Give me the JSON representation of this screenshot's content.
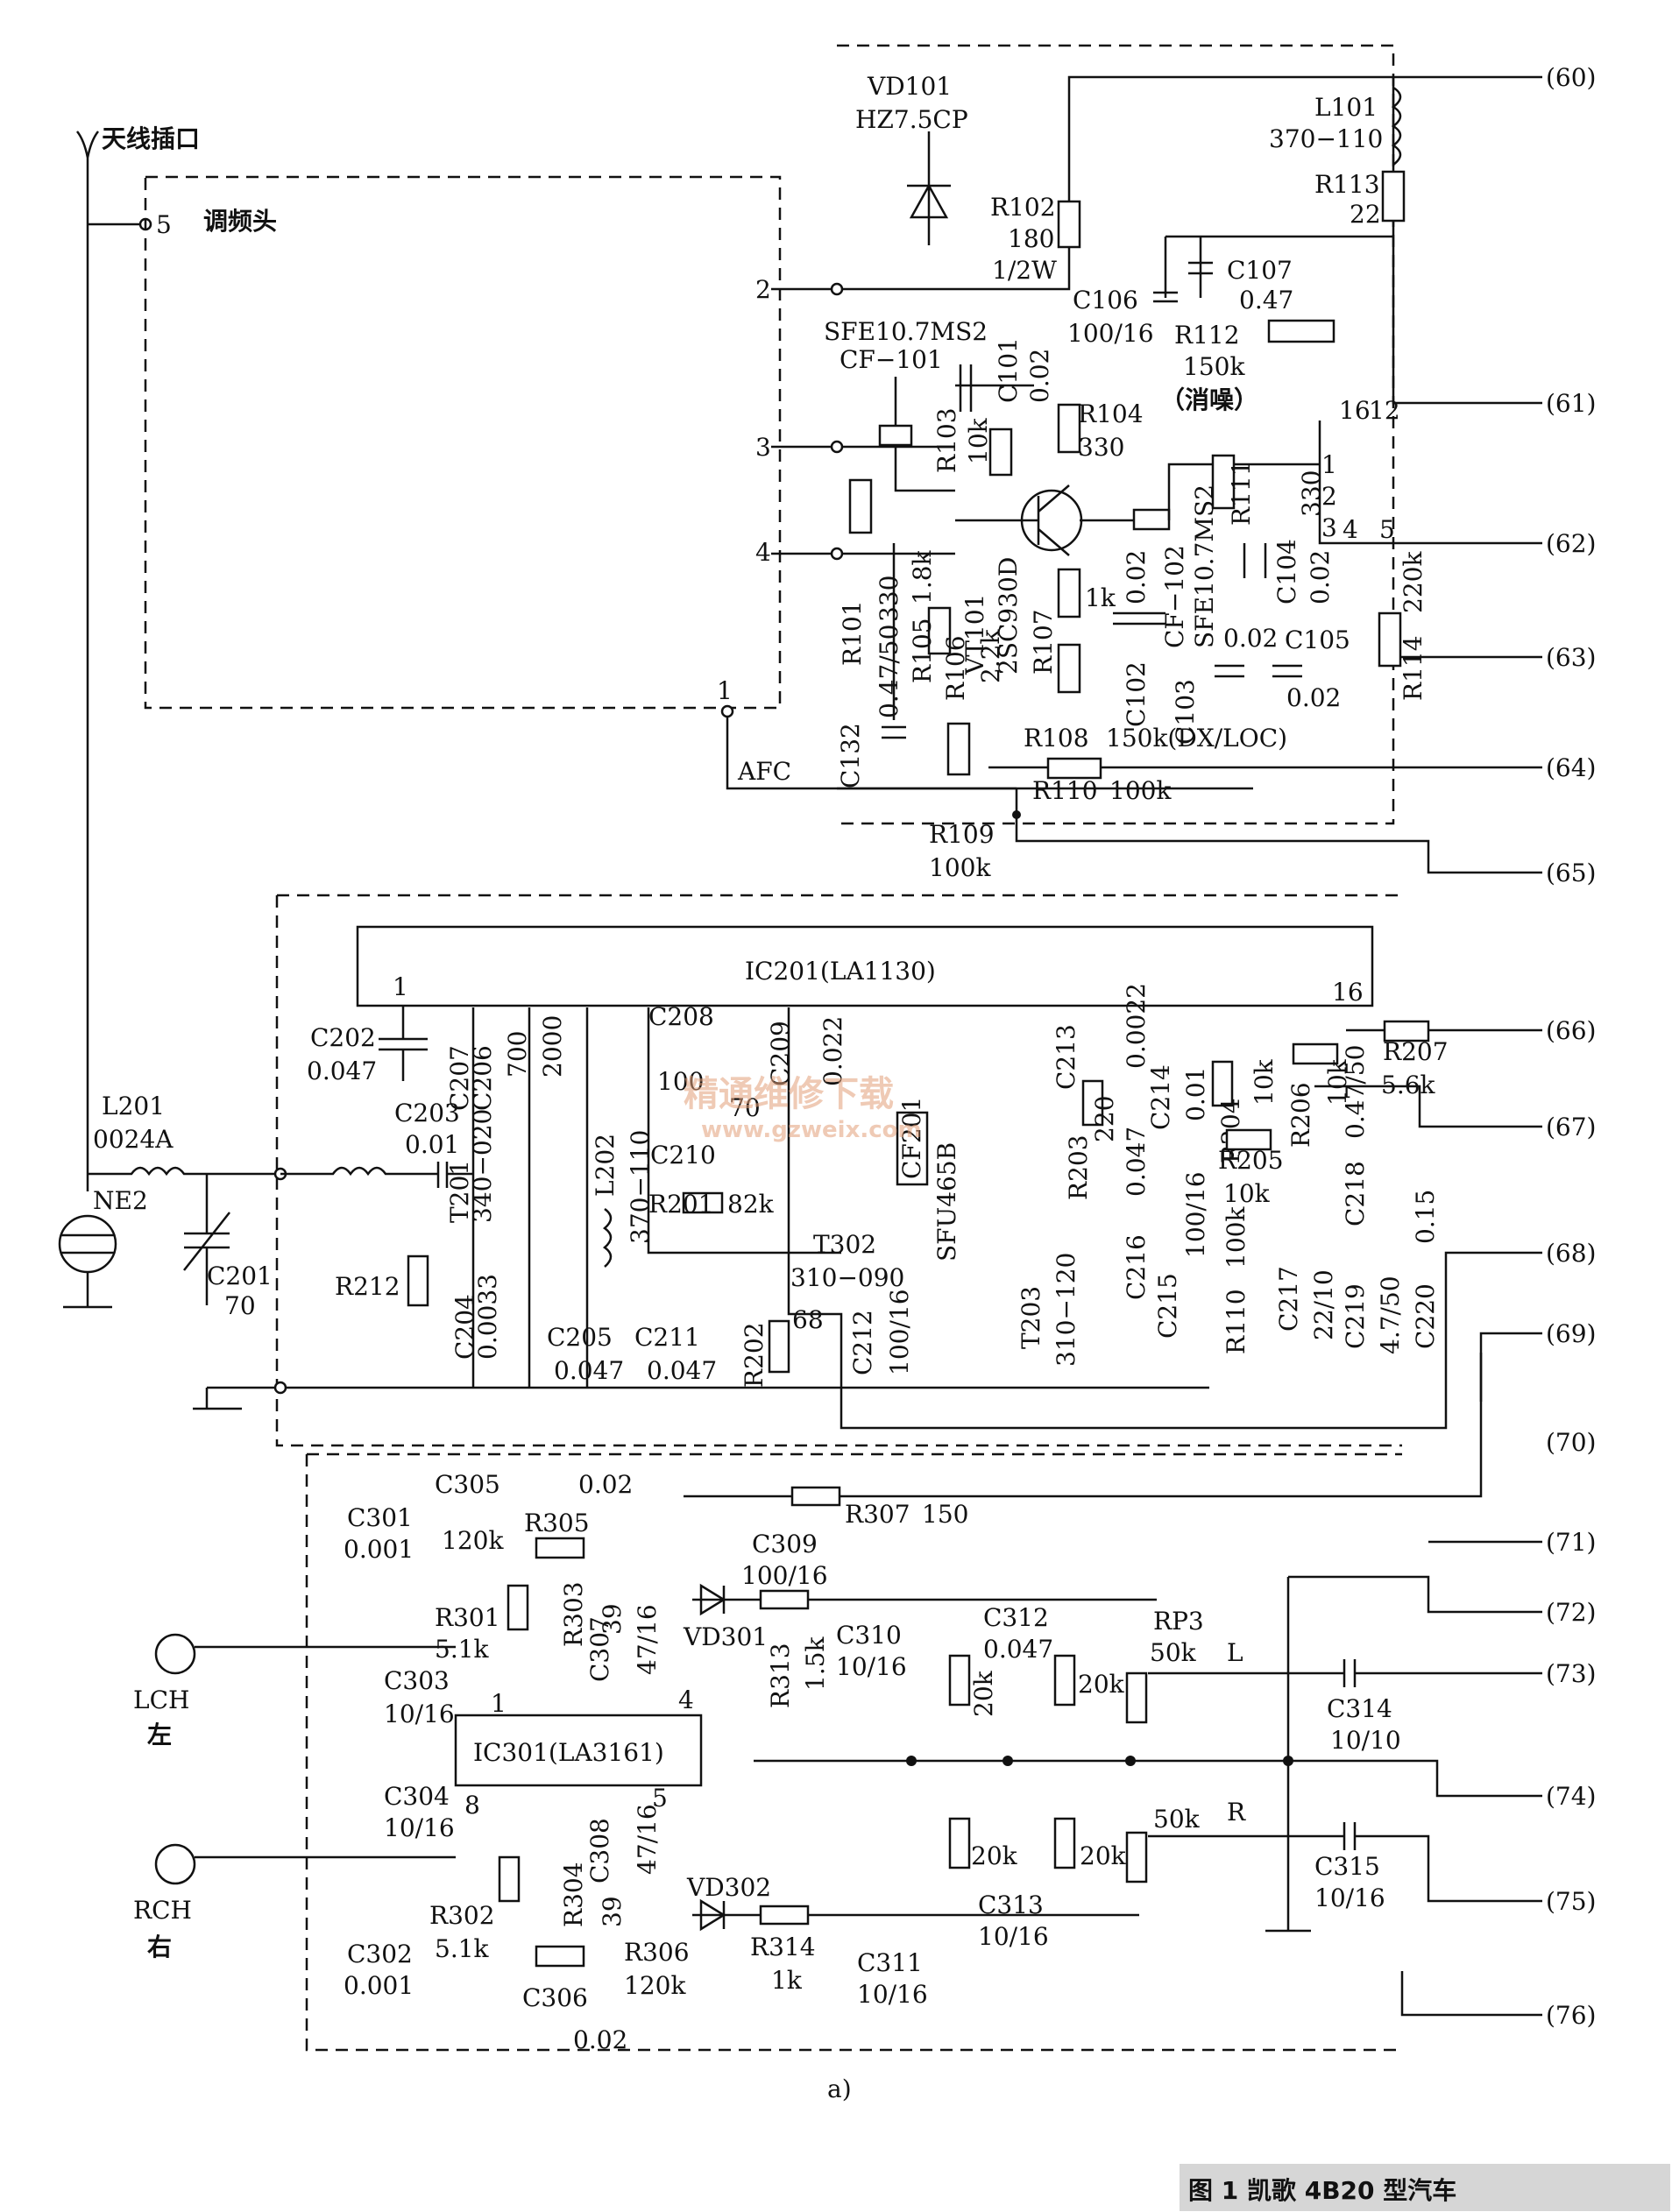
{
  "figure": {
    "subfigure_label": "a)",
    "caption": "图 1  凯歌 4B20 型汽车",
    "watermark_cn": "精通维修下载",
    "watermark_url": "www.gzweix.com"
  },
  "fm_section": {
    "antenna_label": "天线插口",
    "tuner_label": "调频头",
    "tuner_pins": [
      "5",
      "2",
      "3",
      "4",
      "1"
    ],
    "afc_label": "AFC",
    "vd101": {
      "ref": "VD101",
      "value": "HZ7.5CP"
    },
    "r102": {
      "ref": "R102",
      "value": "180",
      "power": "1/2W"
    },
    "l101": {
      "ref": "L101",
      "value": "370−110"
    },
    "r113": {
      "ref": "R113",
      "value": "22"
    },
    "c107": {
      "ref": "C107",
      "value": "0.47"
    },
    "c106": {
      "ref": "C106",
      "value": "100/16"
    },
    "r112": {
      "ref": "R112",
      "value": "150k",
      "note": "（消噪）"
    },
    "cf101": {
      "ref": "CF−101",
      "value": "SFE10.7MS2"
    },
    "c101": {
      "ref": "C101",
      "value": "0.02"
    },
    "r103": {
      "ref": "R103",
      "value": "10k"
    },
    "r104": {
      "ref": "R104",
      "value": "330"
    },
    "vt101": {
      "ref": "VT101",
      "value": "2SC930D"
    },
    "r101": {
      "ref": "R101",
      "value": "330"
    },
    "r105": {
      "ref": "R105",
      "value": "1.8k"
    },
    "r106": {
      "ref": "R106",
      "value": "2.2k"
    },
    "r107": {
      "ref": "R107",
      "value": "1k"
    },
    "c102": {
      "ref": "C102",
      "value": "0.02"
    },
    "cf102": {
      "ref": "CF−102",
      "value": "SFE10.7MS2"
    },
    "r111": {
      "ref": "R111",
      "value": "330"
    },
    "c104": {
      "ref": "C104",
      "value": "0.02"
    },
    "c103": {
      "ref": "C103",
      "value": "0.02"
    },
    "c105": {
      "ref": "C105",
      "value": "0.02"
    },
    "r114": {
      "ref": "R114",
      "value": "220k"
    },
    "c132": {
      "ref": "C132",
      "value": "0.47/50"
    },
    "r108": {
      "ref": "R108",
      "value": "150k(DX/LOC)"
    },
    "r110": {
      "ref": "R110",
      "value": "100k"
    },
    "r109": {
      "ref": "R109",
      "value": "100k"
    },
    "ic_pins": [
      "16",
      "12",
      "1",
      "2",
      "3",
      "4",
      "5"
    ]
  },
  "am_section": {
    "ic201": "IC201(LA1130)",
    "pin1": "1",
    "pin16": "16",
    "l201": {
      "ref": "L201",
      "value": "0024A"
    },
    "ne2": "NE2",
    "c201": {
      "ref": "C201",
      "value": "70"
    },
    "c202": {
      "ref": "C202",
      "value": "0.047"
    },
    "c203": {
      "ref": "C203",
      "value": "0.01"
    },
    "r212": "R212",
    "c204": {
      "ref": "C204",
      "value": "0.0033"
    },
    "t201": {
      "ref": "T201",
      "value": "340−020"
    },
    "c206": {
      "ref": "C206",
      "value": "2000"
    },
    "c207": {
      "ref": "C207",
      "value": "700"
    },
    "l202": {
      "ref": "L202",
      "value": "370−110"
    },
    "c205": {
      "ref": "C205",
      "value": "0.047"
    },
    "c208": {
      "ref": "C208",
      "value": "100"
    },
    "c209": {
      "ref": "C209",
      "value": "0.022"
    },
    "c210": {
      "ref": "C210",
      "value": "70"
    },
    "r201": {
      "ref": "R201",
      "value": "82k"
    },
    "c211": {
      "ref": "C211",
      "value": "0.047"
    },
    "t302": {
      "ref": "T302",
      "value": "310−090"
    },
    "r202": {
      "ref": "R202",
      "value": "68"
    },
    "c212": {
      "ref": "C212",
      "value": "100/16"
    },
    "cf201": {
      "ref": "CF201",
      "value": "SFU465B"
    },
    "t203": {
      "ref": "T203",
      "value": "310−120"
    },
    "c213": {
      "ref": "C213",
      "value": "0.0022"
    },
    "r203": {
      "ref": "R203",
      "value": "220"
    },
    "c216": {
      "ref": "C216",
      "value": "0.047"
    },
    "c214": {
      "ref": "C214",
      "value": "0.01"
    },
    "c215": {
      "ref": "C215",
      "value": "100/16"
    },
    "r204": {
      "ref": "R204",
      "value": "10k"
    },
    "r205": {
      "ref": "R205",
      "value": "10k"
    },
    "r206": {
      "ref": "R206",
      "value": "10k"
    },
    "r110b": {
      "ref": "R110",
      "value": "100k"
    },
    "c217": {
      "ref": "C217",
      "value": "22/10"
    },
    "c218": {
      "ref": "C218",
      "value": "0.47/50"
    },
    "c219": {
      "ref": "C219",
      "value": "4.7/50"
    },
    "c220": {
      "ref": "C220",
      "value": "0.15"
    },
    "r207": {
      "ref": "R207",
      "value": "5.6k"
    }
  },
  "audio_section": {
    "ic301": "IC301(LA3161)",
    "lch": "LCH",
    "lch_cn": "左",
    "rch": "RCH",
    "rch_cn": "右",
    "pins": [
      "1",
      "8",
      "4",
      "5"
    ],
    "c301": {
      "ref": "C301",
      "value": "0.001"
    },
    "c302": {
      "ref": "C302",
      "value": "0.001"
    },
    "c303": {
      "ref": "C303",
      "value": "10/16"
    },
    "c304": {
      "ref": "C304",
      "value": "10/16"
    },
    "c305": {
      "ref": "C305",
      "value": "0.02"
    },
    "c306": {
      "ref": "C306",
      "value": "0.02"
    },
    "c307": {
      "ref": "C307",
      "value": "47/16"
    },
    "c308": {
      "ref": "C308",
      "value": "47/16"
    },
    "r301": {
      "ref": "R301",
      "value": "5.1k"
    },
    "r302": {
      "ref": "R302",
      "value": "5.1k"
    },
    "r303": {
      "ref": "R303",
      "value": "39"
    },
    "r304": {
      "ref": "R304",
      "value": "39"
    },
    "r305": {
      "ref": "R305",
      "value": "120k"
    },
    "r306": {
      "ref": "R306",
      "value": "120k"
    },
    "r307": {
      "ref": "R307",
      "value": "150"
    },
    "c309": {
      "ref": "C309",
      "value": "100/16"
    },
    "vd301": "VD301",
    "vd302": "VD302",
    "r313": {
      "ref": "R313",
      "value": "1.5k"
    },
    "r314": {
      "ref": "R314",
      "value": "1k"
    },
    "c310": {
      "ref": "C310",
      "value": "10/16"
    },
    "c311": {
      "ref": "C311",
      "value": "10/16"
    },
    "c312": {
      "ref": "C312",
      "value": "0.047"
    },
    "c313": {
      "ref": "C313",
      "value": "10/16"
    },
    "pot_20k": "20k",
    "rp3": {
      "ref": "RP3",
      "value": "50k"
    },
    "pot_50k": "50k",
    "L": "L",
    "R": "R",
    "c314": {
      "ref": "C314",
      "value": "10/10"
    },
    "c315": {
      "ref": "C315",
      "value": "10/16"
    }
  },
  "connectors": [
    "(60)",
    "(61)",
    "(62)",
    "(63)",
    "(64)",
    "(65)",
    "(66)",
    "(67)",
    "(68)",
    "(69)",
    "(70)",
    "(71)",
    "(72)",
    "(73)",
    "(74)",
    "(75)",
    "(76)"
  ]
}
